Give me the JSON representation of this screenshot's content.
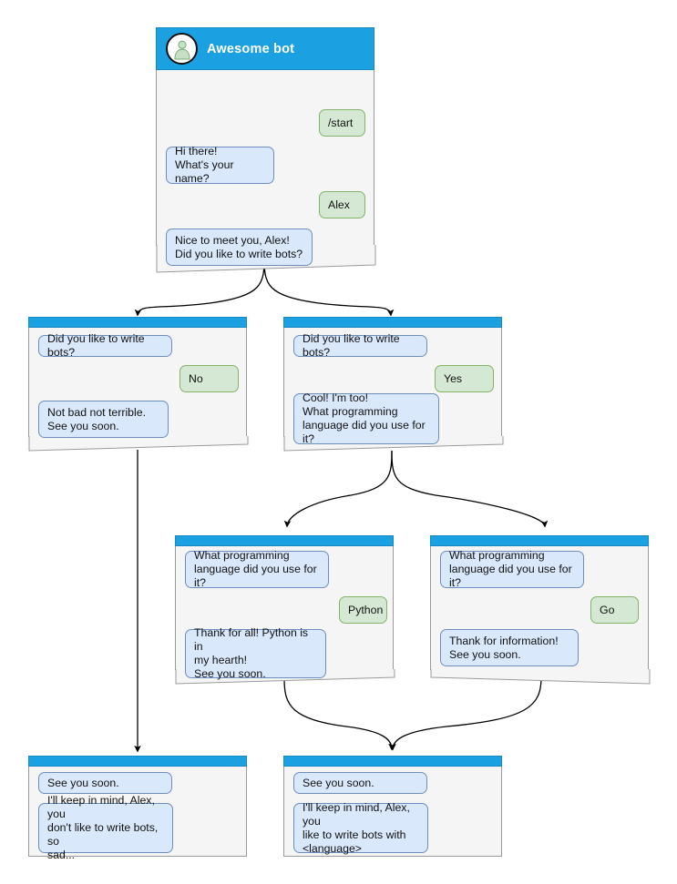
{
  "diagram": {
    "title": "Awesome bot conversation flow",
    "colors": {
      "header_blue": "#1ba1e2",
      "card_background": "#f5f5f5",
      "card_border": "#9a9a9a",
      "incoming_bubble_fill": "#dae8fc",
      "incoming_bubble_border": "#6c8ebf",
      "outgoing_bubble_fill": "#d5e8d4",
      "outgoing_bubble_border": "#82b366",
      "avatar_person": "#c6e0c6",
      "connector": "#000000"
    }
  },
  "root": {
    "avatar_icon": "user-avatar-icon",
    "bot_name": "Awesome bot",
    "messages": [
      {
        "side": "out",
        "text": "/start"
      },
      {
        "side": "in",
        "text": "Hi there!\nWhat's your name?"
      },
      {
        "side": "out",
        "text": "Alex"
      },
      {
        "side": "in",
        "text": "Nice to meet you, Alex!\nDid you like to write bots?"
      }
    ]
  },
  "nodes": [
    {
      "id": "no-branch",
      "messages": [
        {
          "side": "in",
          "text": "Did you like to write bots?"
        },
        {
          "side": "out",
          "text": "No"
        },
        {
          "side": "in",
          "text": "Not bad not terrible.\nSee you soon."
        }
      ]
    },
    {
      "id": "yes-branch",
      "messages": [
        {
          "side": "in",
          "text": "Did you like to write bots?"
        },
        {
          "side": "out",
          "text": "Yes"
        },
        {
          "side": "in",
          "text": "Cool! I'm too!\nWhat programming\nlanguage did you use for it?"
        }
      ]
    },
    {
      "id": "python-branch",
      "messages": [
        {
          "side": "in",
          "text": "What programming\nlanguage did you use for it?"
        },
        {
          "side": "out",
          "text": "Python"
        },
        {
          "side": "in",
          "text": "Thank for all! Python is in\nmy hearth!\nSee you soon."
        }
      ]
    },
    {
      "id": "go-branch",
      "messages": [
        {
          "side": "in",
          "text": "What programming\nlanguage did you use for it?"
        },
        {
          "side": "out",
          "text": "Go"
        },
        {
          "side": "in",
          "text": "Thank for information!\nSee you soon."
        }
      ]
    },
    {
      "id": "end-no",
      "messages": [
        {
          "side": "in",
          "text": "See you soon."
        },
        {
          "side": "in",
          "text": "I'll keep in mind, Alex, you\ndon't like to write bots, so\nsad..."
        }
      ]
    },
    {
      "id": "end-yes",
      "messages": [
        {
          "side": "in",
          "text": "See you soon."
        },
        {
          "side": "in",
          "text": "I'll keep in mind, Alex, you\nlike to write bots with\n<language>"
        }
      ]
    }
  ]
}
